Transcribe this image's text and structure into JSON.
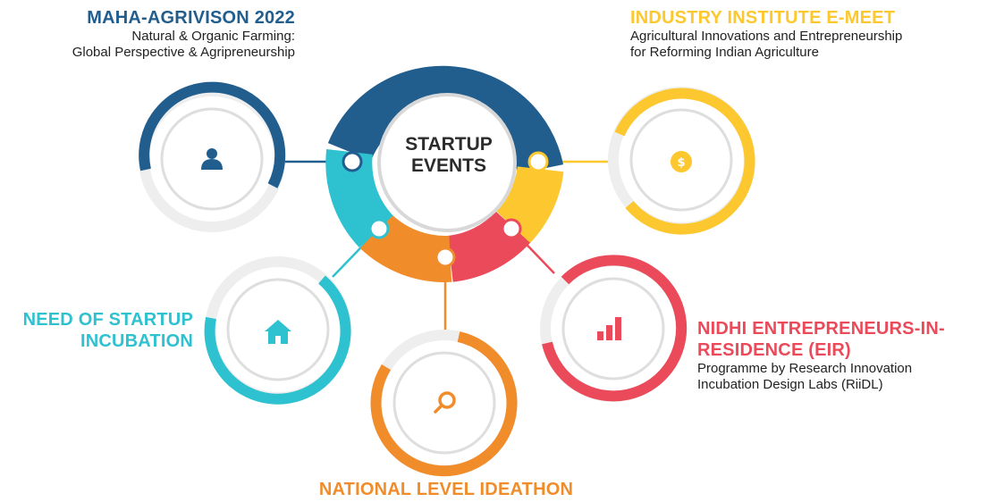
{
  "center": {
    "line1": "STARTUP",
    "line2": "EVENTS"
  },
  "colors": {
    "blue": "#215e8e",
    "yellow": "#fdc82f",
    "red": "#ea4a5a",
    "orange": "#f18c2b",
    "cyan": "#2ec1d0",
    "ring_gray": "#e6e6e6"
  },
  "events": [
    {
      "id": "maha",
      "title": "MAHA-AGRIVISON 2022",
      "subtitle_lines": [
        "Natural & Organic Farming:",
        "Global Perspective & Agripreneurship"
      ],
      "icon": "user-icon",
      "color": "#215e8e"
    },
    {
      "id": "eemeet",
      "title": "INDUSTRY INSTITUTE E-MEET",
      "subtitle_lines": [
        "Agricultural Innovations and Entrepreneurship",
        "for Reforming Indian Agriculture"
      ],
      "icon": "dollar-coin-icon",
      "color": "#fdc82f"
    },
    {
      "id": "eir",
      "title_lines": [
        "NIDHI ENTREPRENEURS-IN-",
        "RESIDENCE (EIR)"
      ],
      "subtitle_lines": [
        "Programme by Research Innovation",
        "Incubation Design Labs (RiiDL)"
      ],
      "icon": "bar-chart-icon",
      "color": "#ea4a5a"
    },
    {
      "id": "ideathon",
      "title": "NATIONAL LEVEL IDEATHON",
      "icon": "search-icon",
      "color": "#f18c2b"
    },
    {
      "id": "incubation",
      "title_lines": [
        "NEED OF STARTUP",
        "INCUBATION"
      ],
      "icon": "home-icon",
      "color": "#2ec1d0"
    }
  ]
}
